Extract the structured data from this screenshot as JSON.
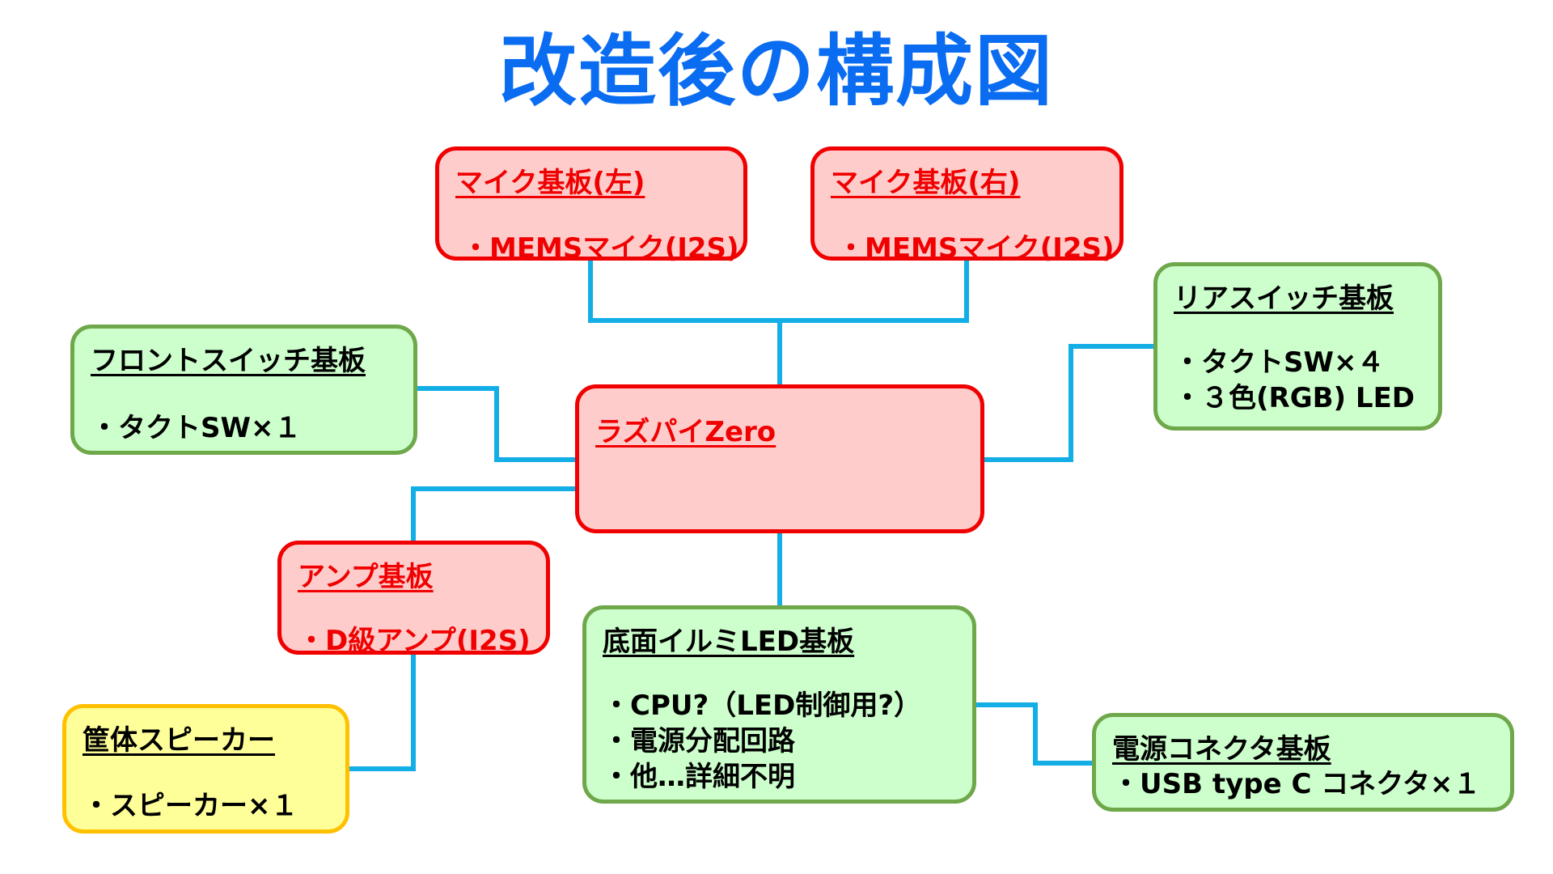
{
  "title": "改造後の構成図",
  "colors": {
    "title": "#0a6cf0",
    "wire": "#14aee6",
    "red_border": "#f00000",
    "red_fill": "#ffcccc",
    "green_border": "#6fa84a",
    "green_fill": "#ccffcc",
    "yellow_border": "#ffc000",
    "yellow_fill": "#ffff99"
  },
  "nodes": {
    "mic_left": {
      "title": "マイク基板(左)",
      "items": [
        "MEMSマイク(I2S)"
      ]
    },
    "mic_right": {
      "title": "マイク基板(右)",
      "items": [
        "MEMSマイク(I2S)"
      ]
    },
    "front_switch": {
      "title": "フロントスイッチ基板",
      "items": [
        "タクトSW×１"
      ]
    },
    "rear_switch": {
      "title": "リアスイッチ基板",
      "items": [
        "タクトSW×４",
        "３色(RGB) LED"
      ]
    },
    "raspi": {
      "title": "ラズパイZero",
      "items": []
    },
    "amp": {
      "title": "アンプ基板",
      "items": [
        "D級アンプ(I2S)"
      ]
    },
    "bottom_led": {
      "title": "底面イルミLED基板",
      "items": [
        "CPU?（LED制御用?）",
        "電源分配回路",
        "他…詳細不明"
      ]
    },
    "speaker": {
      "title": "筐体スピーカー",
      "items": [
        "スピーカー×１"
      ]
    },
    "power": {
      "title": "電源コネクタ基板",
      "items": [
        "USB type C コネクタ×１"
      ]
    }
  }
}
